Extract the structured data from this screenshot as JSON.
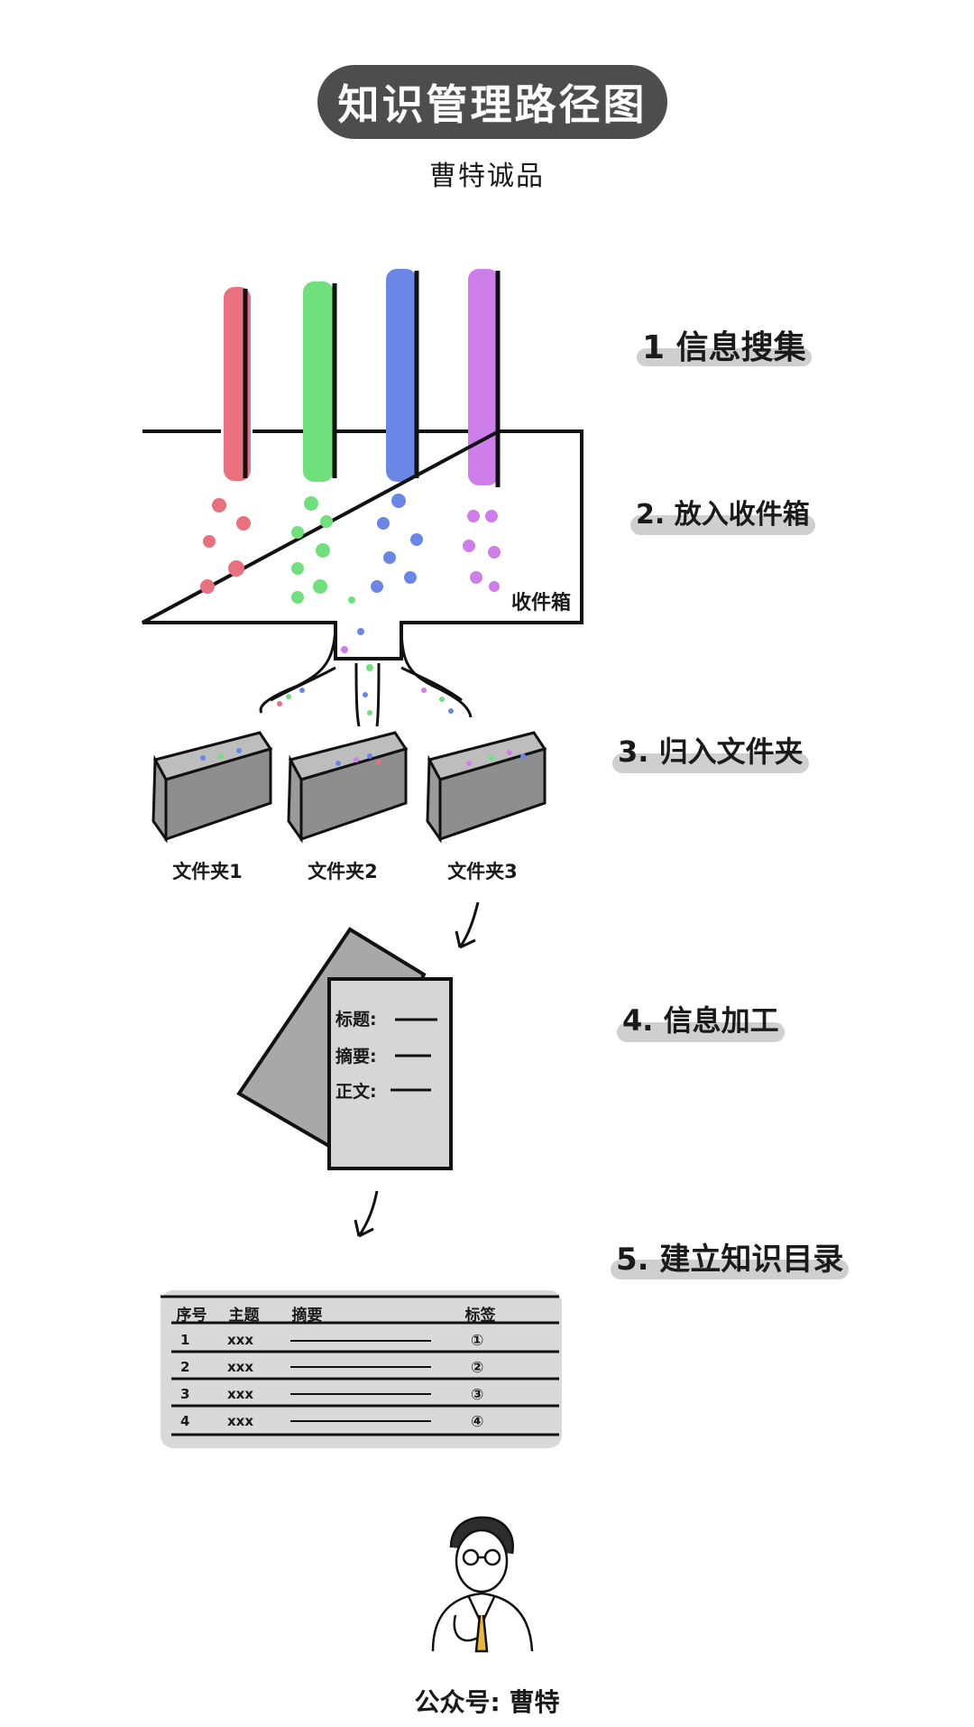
{
  "title": "知识管理路径图",
  "subtitle": "曹特诚品",
  "steps": [
    {
      "label": "1 信息搜集"
    },
    {
      "label": "2. 放入收件箱"
    },
    {
      "label": "3. 归入文件夹"
    },
    {
      "label": "4. 信息加工"
    },
    {
      "label": "5. 建立知识目录"
    }
  ],
  "inbox_label": "收件箱",
  "folders": [
    "文件夹1",
    "文件夹2",
    "文件夹3"
  ],
  "colors": {
    "pink": "#e8707f",
    "green": "#70e07c",
    "blue": "#6a86e6",
    "purple": "#cd7ee8"
  },
  "document": {
    "fields": [
      "标题:",
      "摘要:",
      "正文:"
    ]
  },
  "table": {
    "headers": [
      "序号",
      "主题",
      "摘要",
      "标签"
    ],
    "rows": [
      [
        "1",
        "xxx",
        "①"
      ],
      [
        "2",
        "xxx",
        "②"
      ],
      [
        "3",
        "xxx",
        "③"
      ],
      [
        "4",
        "xxx",
        "④"
      ]
    ]
  },
  "credit": "公众号: 曹特"
}
